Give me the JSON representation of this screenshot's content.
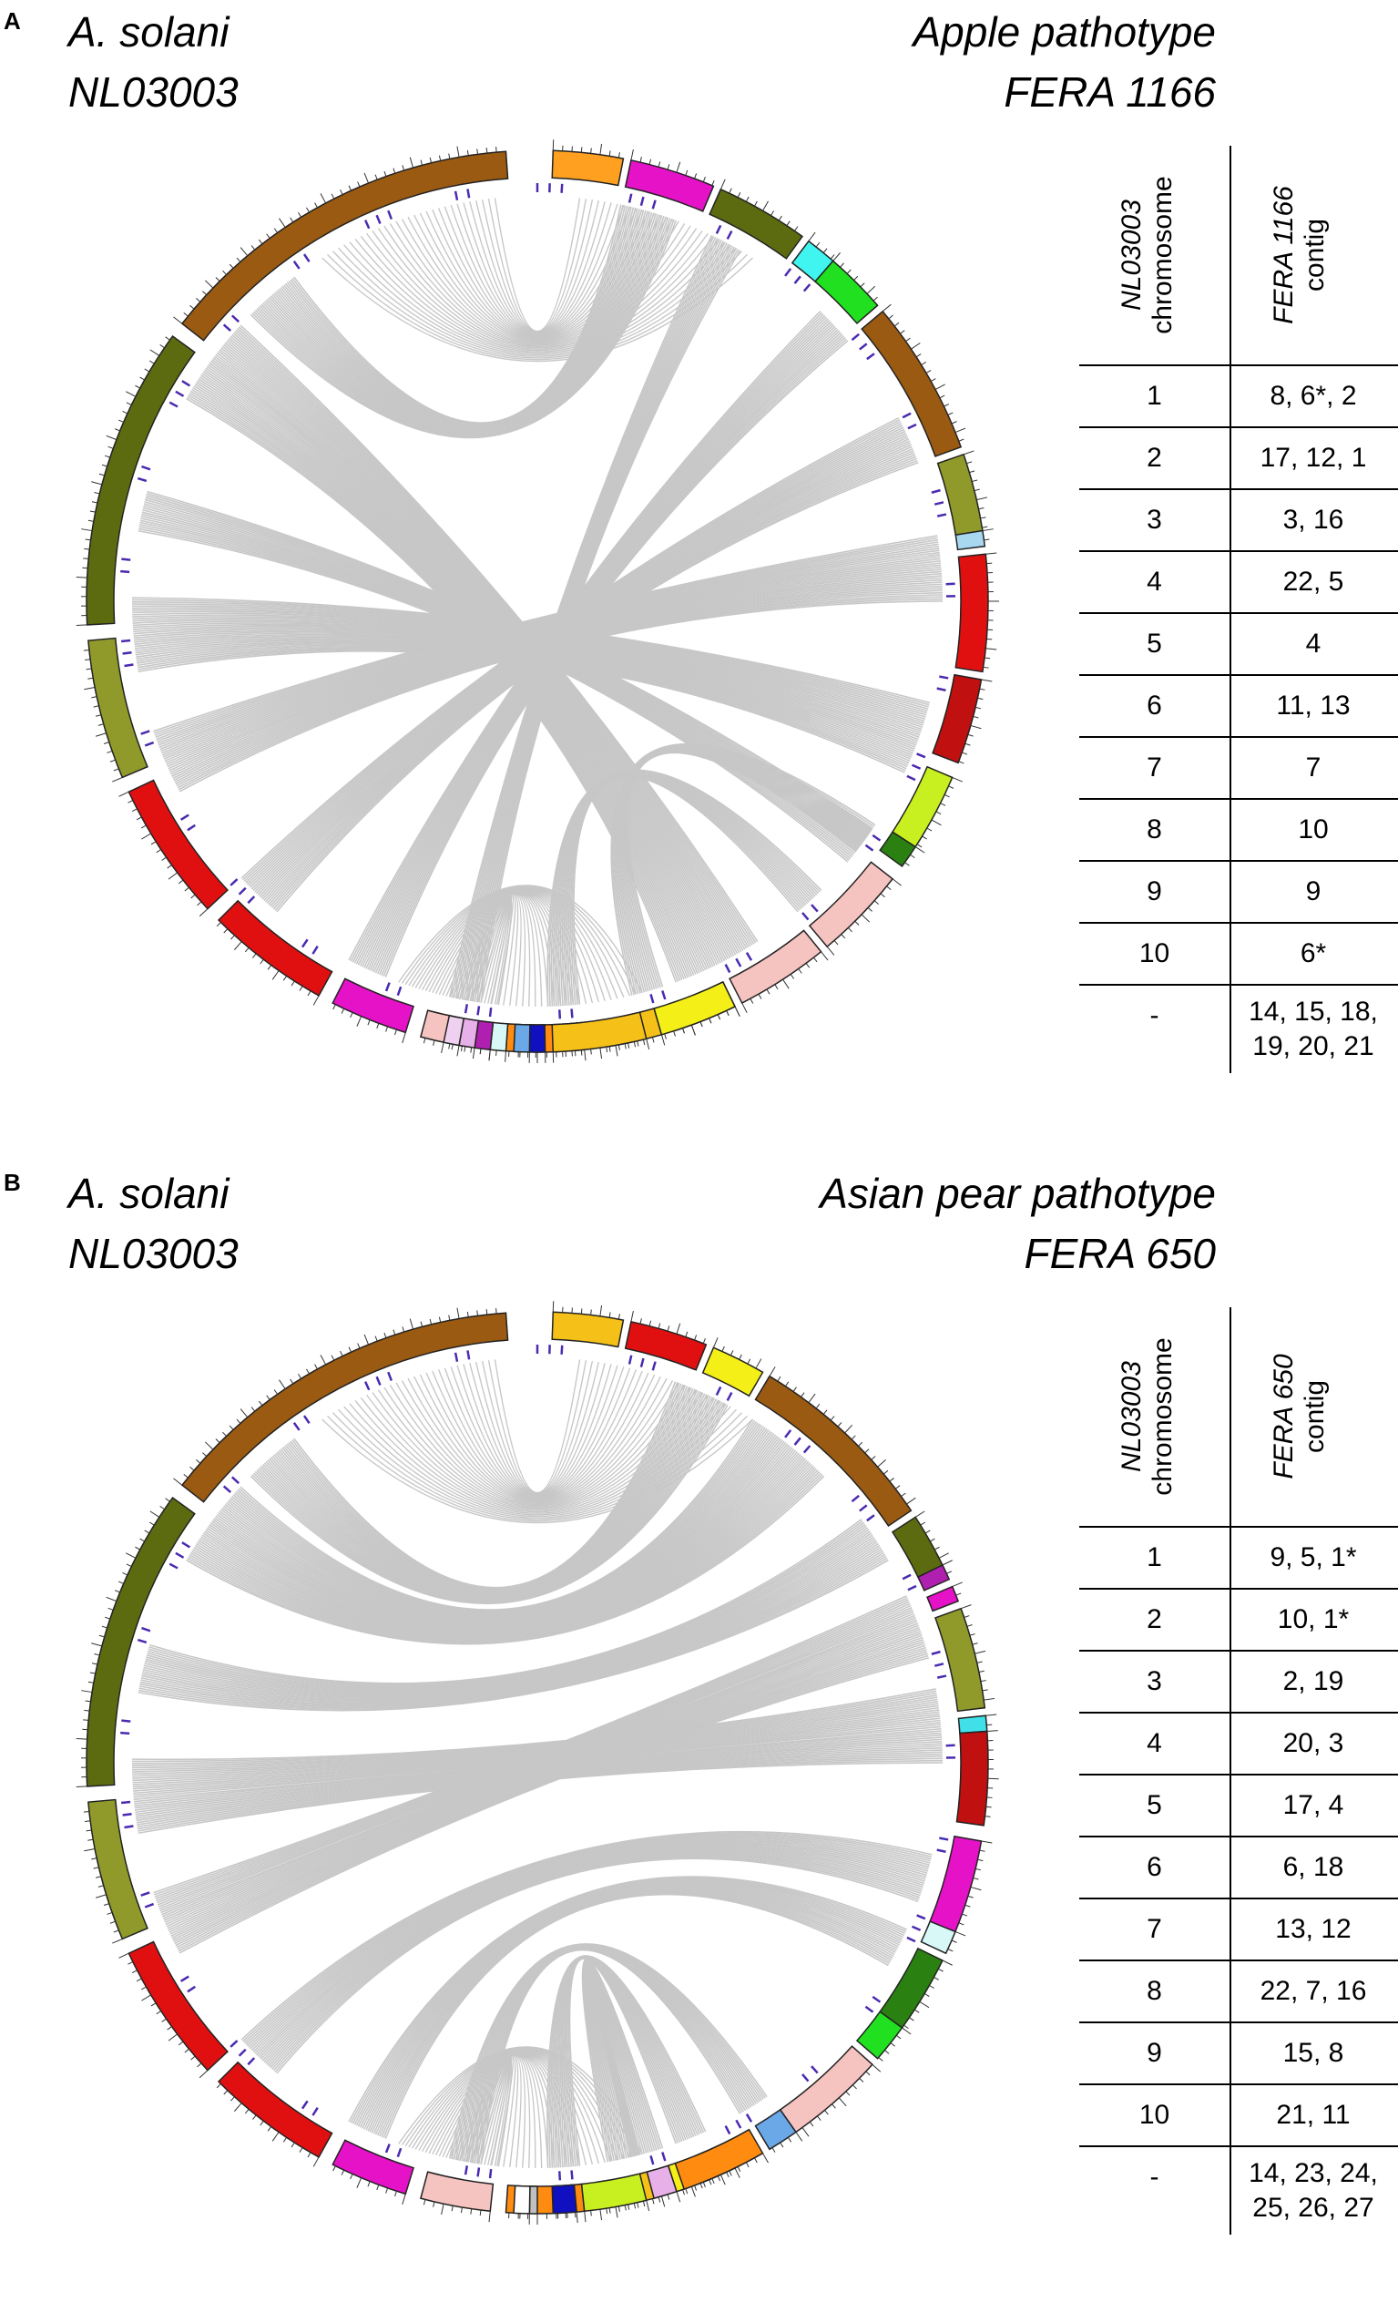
{
  "panels": [
    {
      "letter": "A",
      "species_line1": "A. solani",
      "species_line2": "NL03003",
      "pathotype_line1": "Apple pathotype",
      "pathotype_line2": "FERA 1166",
      "table": {
        "header_col1_italic": "NL03003",
        "header_col1_rest": "chromosome",
        "header_col2_italic": "FERA 1166",
        "header_col2_rest": "contig",
        "rows": [
          {
            "chromosome": "1",
            "contig": "8, 6*, 2"
          },
          {
            "chromosome": "2",
            "contig": "17, 12, 1"
          },
          {
            "chromosome": "3",
            "contig": "3, 16"
          },
          {
            "chromosome": "4",
            "contig": "22, 5"
          },
          {
            "chromosome": "5",
            "contig": "4"
          },
          {
            "chromosome": "6",
            "contig": "11, 13"
          },
          {
            "chromosome": "7",
            "contig": "7"
          },
          {
            "chromosome": "8",
            "contig": "10"
          },
          {
            "chromosome": "9",
            "contig": "9"
          },
          {
            "chromosome": "10",
            "contig": "6*"
          },
          {
            "chromosome": "-",
            "contig": "14, 15, 18, 19, 20, 21"
          }
        ]
      },
      "left_segments_colors": [
        "#9a5a12",
        "#5c6b0f",
        "#8f9a2a",
        "#e01010",
        "#e01010",
        "#e612c8",
        "#f5c3c0",
        "#ff8c10",
        "#f5c018",
        "#f5ef18"
      ],
      "right_segments_colors": [
        "#ffa020",
        "#e612c8",
        "#5c6b0f",
        "#40f5f0",
        "#20e020",
        "#9a5a12",
        "#8f9a2a",
        "#a8d8f0",
        "#e01010",
        "#c01010",
        "#c8f020",
        "#2a8010",
        "#f5c3c0",
        "#f5c3c0",
        "#f5ef18",
        "#f5c018",
        "#1010c0",
        "#6aa8e8",
        "#d8f8f8",
        "#b020b0",
        "#e8b0e8",
        "#f0d0f0"
      ]
    },
    {
      "letter": "B",
      "species_line1": "A. solani",
      "species_line2": "NL03003",
      "pathotype_line1": "Asian pear pathotype",
      "pathotype_line2": "FERA 650",
      "table": {
        "header_col1_italic": "NL03003",
        "header_col1_rest": "chromosome",
        "header_col2_italic": "FERA 650",
        "header_col2_rest": "contig",
        "rows": [
          {
            "chromosome": "1",
            "contig": "9, 5, 1*"
          },
          {
            "chromosome": "2",
            "contig": "10, 1*"
          },
          {
            "chromosome": "3",
            "contig": "2, 19"
          },
          {
            "chromosome": "4",
            "contig": "20, 3"
          },
          {
            "chromosome": "5",
            "contig": "17, 4"
          },
          {
            "chromosome": "6",
            "contig": "6, 18"
          },
          {
            "chromosome": "7",
            "contig": "13, 12"
          },
          {
            "chromosome": "8",
            "contig": "22, 7, 16"
          },
          {
            "chromosome": "9",
            "contig": "15, 8"
          },
          {
            "chromosome": "10",
            "contig": "21, 11"
          },
          {
            "chromosome": "-",
            "contig": "14, 23, 24, 25, 26, 27"
          }
        ]
      },
      "left_segments_colors": [
        "#9a5a12",
        "#5c6b0f",
        "#8f9a2a",
        "#e01010",
        "#e01010",
        "#e612c8",
        "#f5c3c0",
        "#ff8c10",
        "#f5c018",
        "#f5ef18"
      ],
      "right_segments_colors": [
        "#f5c018",
        "#e01010",
        "#f5ef18",
        "#9a5a12",
        "#5c6b0f",
        "#b020b0",
        "#e612c8",
        "#8f9a2a",
        "#40e0e8",
        "#c01010",
        "#e612c8",
        "#d8f8f8",
        "#2a8010",
        "#20e020",
        "#f5c3c0",
        "#6aa8e8",
        "#ff8c10",
        "#e8b0e8",
        "#c8f020",
        "#1010c0",
        "#c0c0c0",
        "#ffffff"
      ]
    }
  ]
}
